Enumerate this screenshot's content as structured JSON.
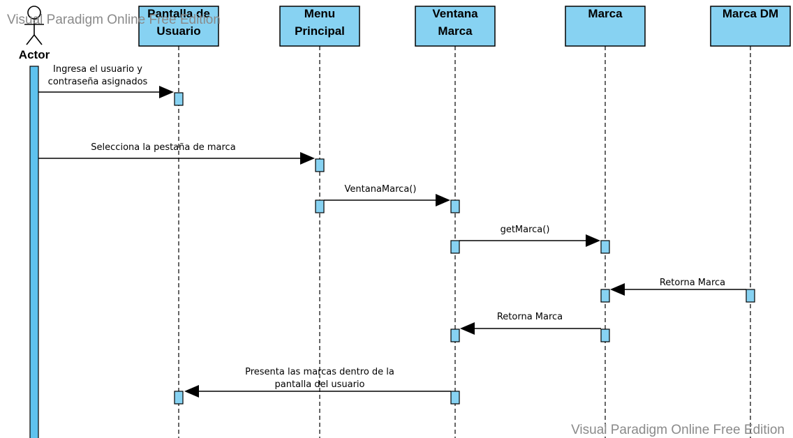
{
  "watermark_top": "Visual Paradigm Online Free Edition",
  "watermark_bottom": "Visual Paradigm Online Free Edition",
  "actor": {
    "label": "Actor"
  },
  "lifelines": [
    {
      "id": "pantalla",
      "lines": [
        "Pantalla de",
        "Usuario"
      ]
    },
    {
      "id": "menu",
      "lines": [
        "Menu",
        "Principal"
      ]
    },
    {
      "id": "ventana",
      "lines": [
        "Ventana",
        "Marca"
      ]
    },
    {
      "id": "marca",
      "lines": [
        "Marca"
      ]
    },
    {
      "id": "marcadm",
      "lines": [
        "Marca DM"
      ]
    }
  ],
  "messages": [
    {
      "from": "actor",
      "to": "pantalla",
      "lines": [
        "Ingresa el usuario y",
        "contraseña asignados"
      ]
    },
    {
      "from": "actor",
      "to": "menu",
      "lines": [
        "Selecciona la pestaña de marca"
      ]
    },
    {
      "from": "menu",
      "to": "ventana",
      "lines": [
        "VentanaMarca()"
      ]
    },
    {
      "from": "ventana",
      "to": "marca",
      "lines": [
        "getMarca()"
      ]
    },
    {
      "from": "marcadm",
      "to": "marca",
      "lines": [
        "Retorna Marca"
      ]
    },
    {
      "from": "marca",
      "to": "ventana",
      "lines": [
        "Retorna Marca"
      ]
    },
    {
      "from": "ventana",
      "to": "pantalla",
      "lines": [
        "Presenta las marcas dentro de la",
        "pantalla del usuario"
      ]
    }
  ]
}
